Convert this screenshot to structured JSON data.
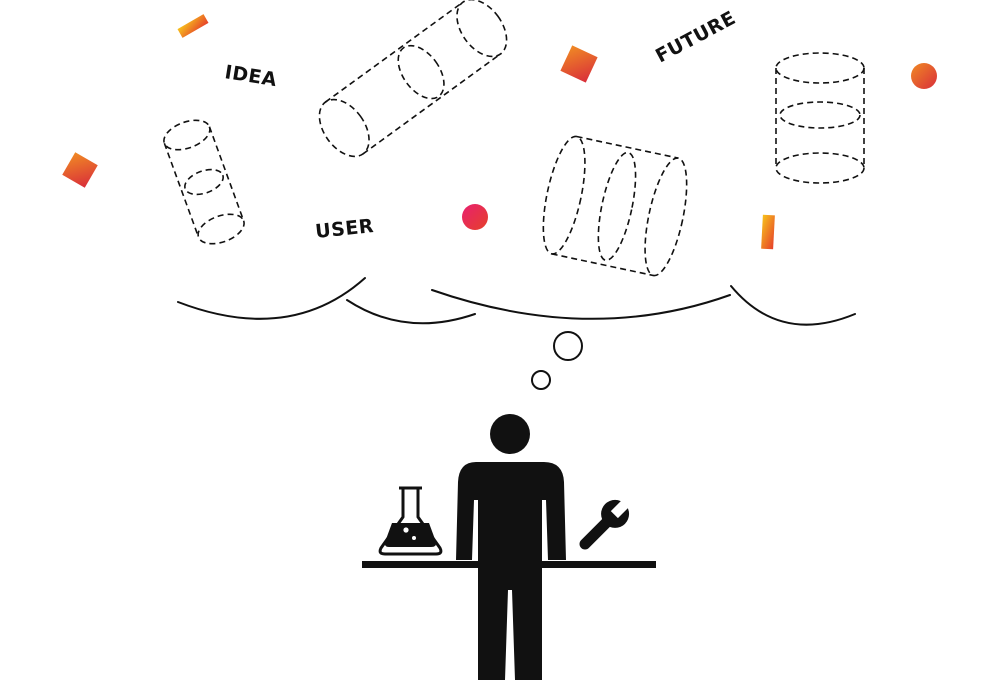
{
  "labels": {
    "idea": "IDEA",
    "future": "FUTURE",
    "user": "USER"
  },
  "colors": {
    "ink": "#111111",
    "background": "#ffffff",
    "confetti_orange": "#f29a1e",
    "confetti_red": "#e6402a",
    "confetti_pink": "#e8206f",
    "confetti_yellow": "#f7c21c"
  },
  "icons": [
    "person-icon",
    "flask-icon",
    "wrench-icon",
    "thought-bubble-icon",
    "cylinder-icon"
  ]
}
